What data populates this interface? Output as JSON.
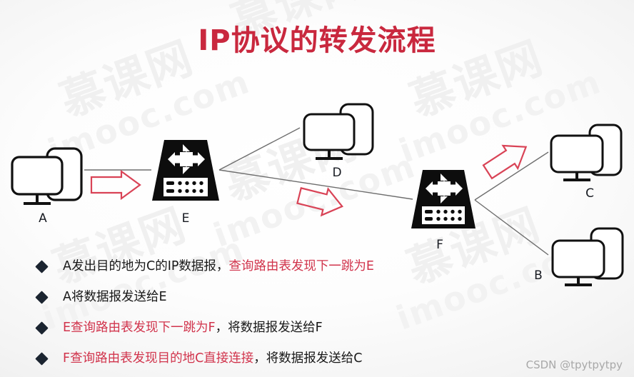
{
  "title": "IP协议的转发流程",
  "colors": {
    "title_red": "#c9283e",
    "highlight_red": "#d1344c",
    "arrow_red": "#d94356",
    "bullet_navy": "#1b2430",
    "link_gray": "#6e6e6e",
    "device_black": "#111111",
    "watermark_gray": "#f0f0f0",
    "footer_gray": "#a8a8a8"
  },
  "watermark": {
    "cn": "慕课网",
    "en": "imooc.com"
  },
  "diagram": {
    "nodes": [
      {
        "id": "A",
        "label": "A",
        "type": "computer-icon"
      },
      {
        "id": "E",
        "label": "E",
        "type": "router-icon"
      },
      {
        "id": "D",
        "label": "D",
        "type": "computer-icon"
      },
      {
        "id": "F",
        "label": "F",
        "type": "router-icon"
      },
      {
        "id": "C",
        "label": "C",
        "type": "computer-icon"
      },
      {
        "id": "B",
        "label": "B",
        "type": "computer-icon"
      }
    ],
    "links": [
      {
        "from": "A",
        "to": "E"
      },
      {
        "from": "E",
        "to": "D"
      },
      {
        "from": "E",
        "to": "F"
      },
      {
        "from": "F",
        "to": "C"
      },
      {
        "from": "F",
        "to": "B"
      }
    ],
    "flow_arrows": [
      {
        "id": "arrow-a-to-e",
        "from": "A",
        "to": "E"
      },
      {
        "id": "arrow-e-to-f",
        "from": "E",
        "to": "F"
      },
      {
        "id": "arrow-f-to-c",
        "from": "F",
        "to": "C"
      }
    ]
  },
  "bullets": [
    {
      "id": "step-1",
      "parts": [
        {
          "text": "A发出目的地为C的IP数据报，",
          "highlight": false
        },
        {
          "text": "查询路由表发现下一跳为E",
          "highlight": true
        }
      ]
    },
    {
      "id": "step-2",
      "parts": [
        {
          "text": "A将数据报发送给E",
          "highlight": false
        }
      ]
    },
    {
      "id": "step-3",
      "parts": [
        {
          "text": "E查询路由表发现下一跳为F",
          "highlight": true
        },
        {
          "text": "，将数据报发送给F",
          "highlight": false
        }
      ]
    },
    {
      "id": "step-4",
      "parts": [
        {
          "text": "F查询路由表发现目的地C直接连接",
          "highlight": true
        },
        {
          "text": "，将数据报发送给C",
          "highlight": false
        }
      ]
    }
  ],
  "footer": {
    "attribution": "CSDN @tpytpytpy"
  }
}
